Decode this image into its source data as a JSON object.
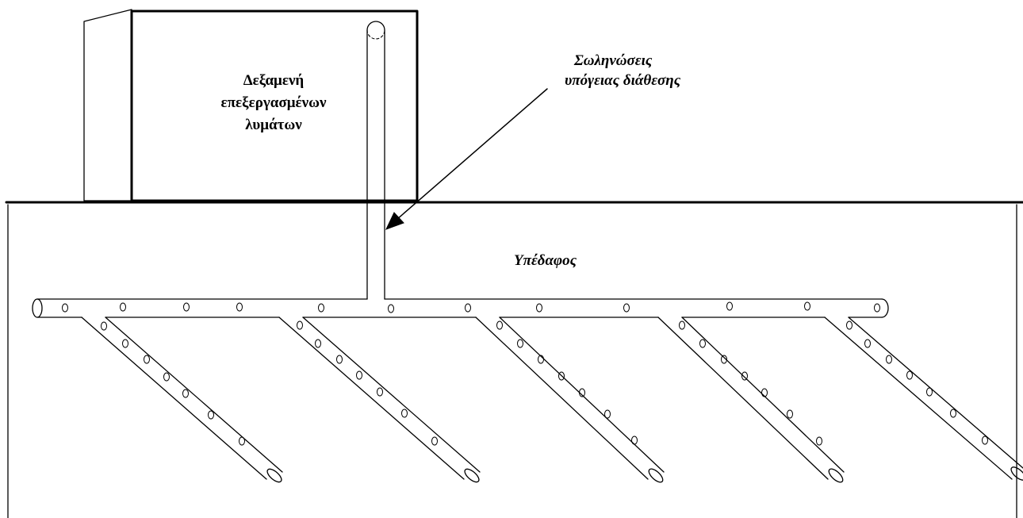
{
  "labels": {
    "tank": {
      "line1": "Δεξαμενή",
      "line2": "επεξεργασμένων",
      "line3": "λυμάτων"
    },
    "pipes": {
      "line1": "Σωληνώσεις",
      "line2": "υπόγειας διάθεσης"
    },
    "subsoil": "Υπέδαφος"
  },
  "colors": {
    "stroke": "#000000",
    "background": "#ffffff"
  }
}
